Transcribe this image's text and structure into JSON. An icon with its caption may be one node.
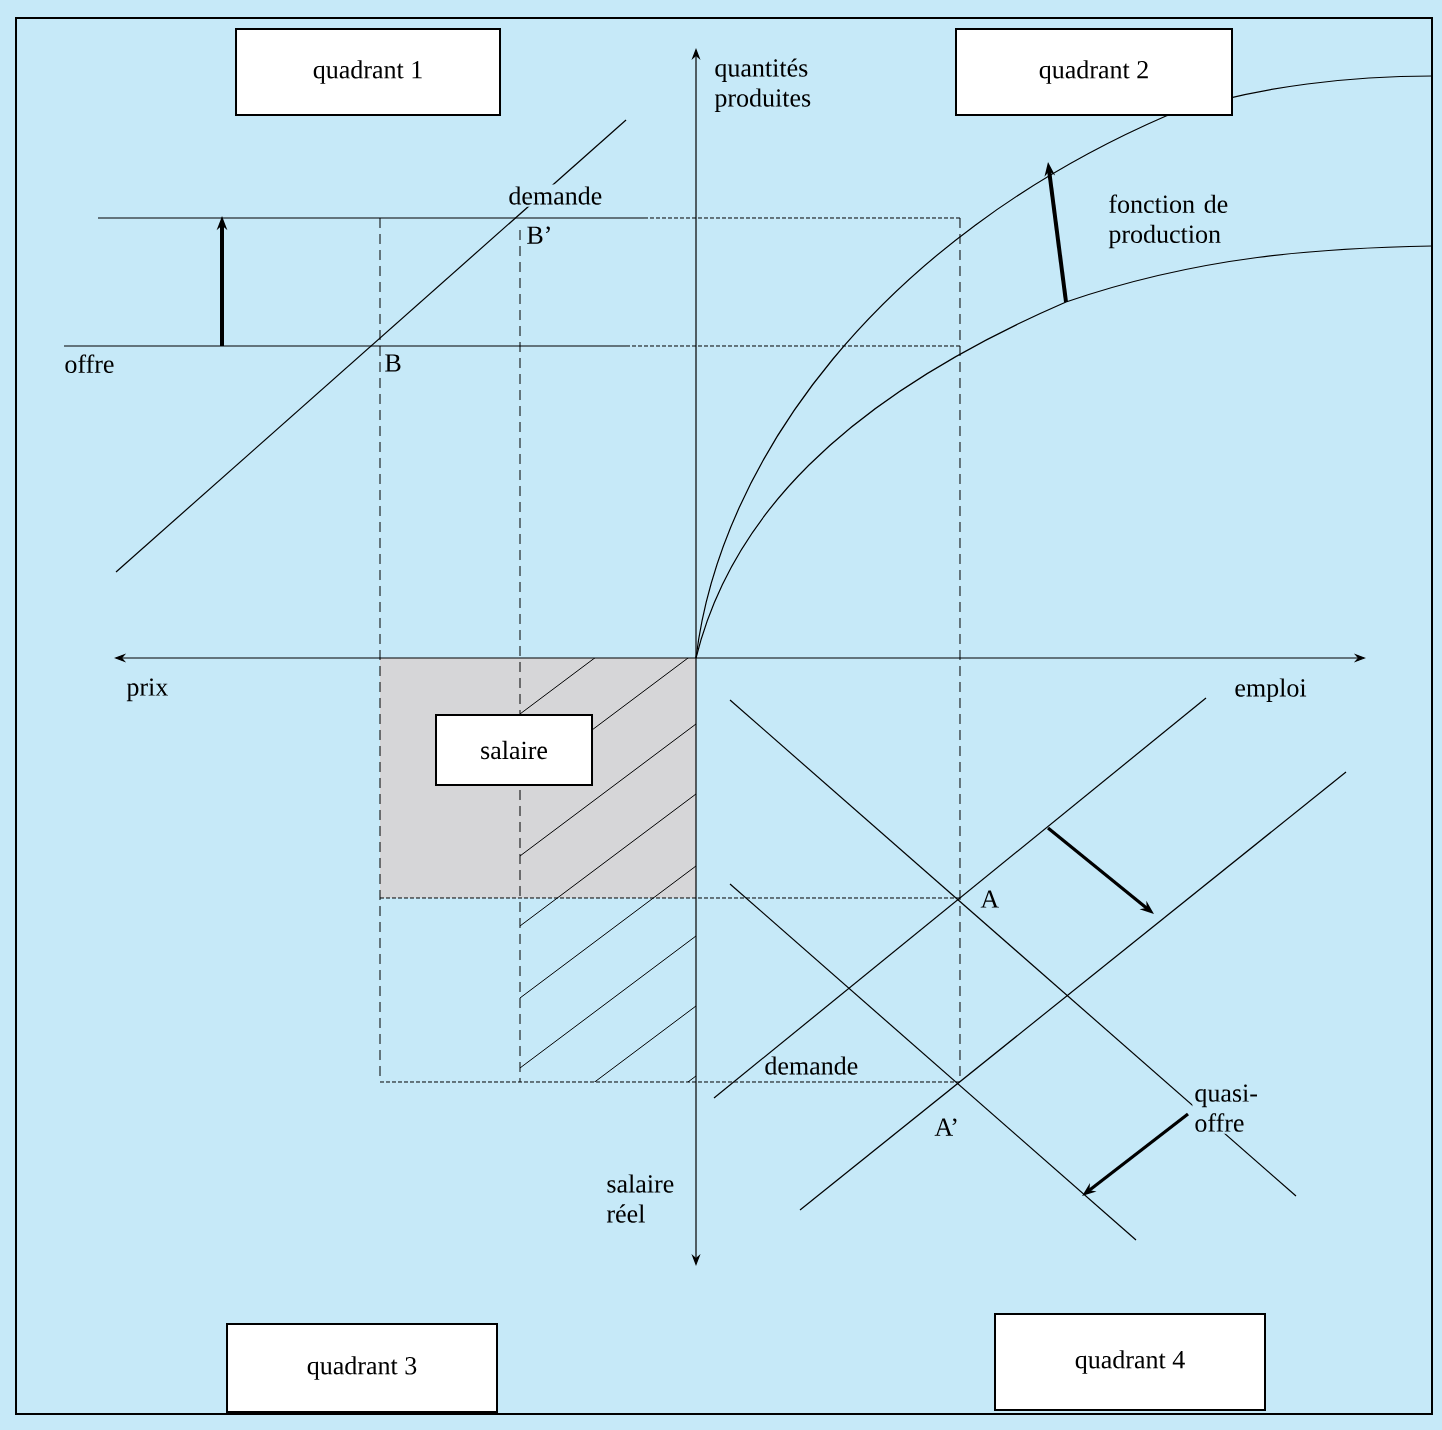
{
  "diagram": {
    "nodes": [
      {
        "text": [
          "quadrant 1"
        ]
      },
      {
        "text": [
          "quadrant 2"
        ]
      },
      {
        "text": [
          "salaire"
        ]
      },
      {
        "text": [
          "quadrant 3"
        ]
      },
      {
        "text": [
          "quadrant 4"
        ]
      }
    ],
    "labels": [
      "quantités produites",
      "demande",
      "B’",
      "fonction de production",
      "offre",
      "B",
      "prix",
      "emploi",
      "A",
      "demande",
      "quasi-offre",
      "A’",
      "salaire réel"
    ]
  }
}
